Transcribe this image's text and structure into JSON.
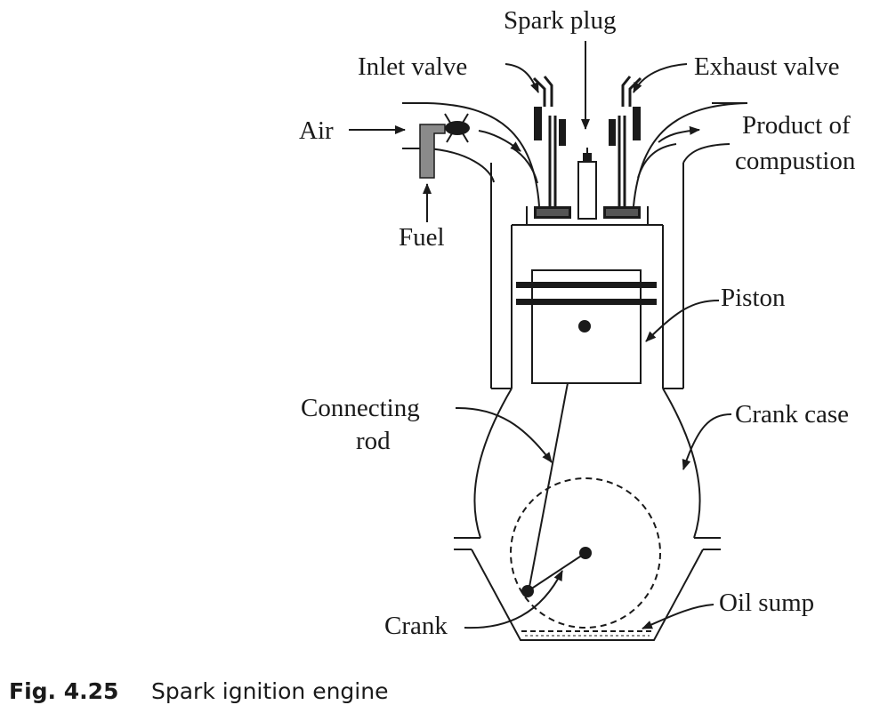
{
  "labels": {
    "spark_plug": "Spark plug",
    "inlet_valve": "Inlet valve",
    "exhaust_valve": "Exhaust valve",
    "air": "Air",
    "fuel": "Fuel",
    "product_line1": "Product of",
    "product_line2": "compustion",
    "piston": "Piston",
    "connecting_rod_line1": "Connecting",
    "connecting_rod_line2": "rod",
    "crank_case": "Crank case",
    "oil_sump": "Oil sump",
    "crank": "Crank"
  },
  "caption": {
    "number": "Fig. 4.25",
    "title": "Spark ignition engine"
  }
}
